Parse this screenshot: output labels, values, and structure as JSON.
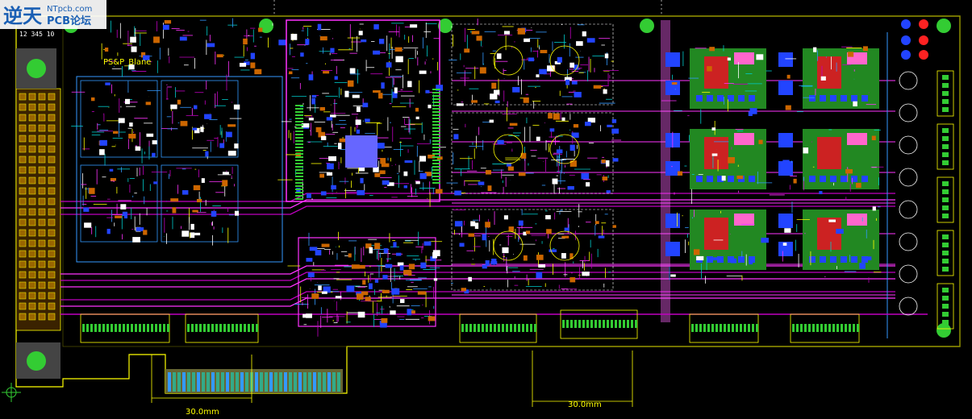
{
  "board": {
    "plane_label": "PS&P_Blane",
    "dimension_left": "30.0mm",
    "dimension_right": "30.0mm",
    "corner_text": "12 345 10"
  },
  "colors": {
    "background": "#000000",
    "top_trace": "#ff33ff",
    "bottom_trace": "#c000c0",
    "mid_trace": "#3399ff",
    "silk": "#ffff00",
    "pad_green": "#33cc33",
    "copper_blue": "#2244ff",
    "outline": "#ffff00"
  },
  "watermark": {
    "brand_cn": "逆天",
    "domain": "NTpcb.com",
    "forum": "PCB论坛"
  }
}
